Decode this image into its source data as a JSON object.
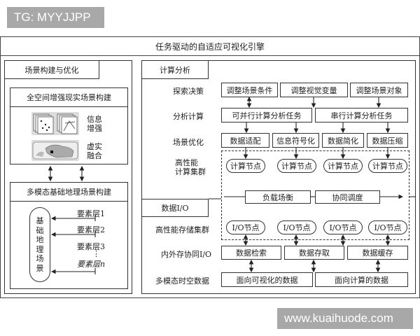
{
  "watermarks": {
    "top_left": "TG: MYYJJPP",
    "bottom_right": "www.kuaihuode.com"
  },
  "title": "任务驱动的自适应可视化引擎",
  "left_panel": {
    "header": "场景构建与优化",
    "ar_section": {
      "title": "全空间增强现实场景构建",
      "info_enhance_label": "信息\n增强",
      "info_enhance_line1": "信息",
      "info_enhance_line2": "增强",
      "vr_fusion_line1": "虚实",
      "vr_fusion_line2": "融合"
    },
    "base_section": {
      "title": "多模态基础地理场景构建",
      "base_scene_chars": [
        "基",
        "础",
        "地",
        "理",
        "场",
        "景"
      ],
      "layers": [
        "要素层1",
        "要素层2",
        "要素层3",
        "⋮",
        "要素层n"
      ]
    }
  },
  "right_panel": {
    "compute_header": "计算分析",
    "io_header": "数据I/O",
    "rows": {
      "explore": {
        "label": "探索决策",
        "items": [
          "调整场景条件",
          "调整视觉变量",
          "调整场景对象"
        ]
      },
      "analysis": {
        "label": "分析计算",
        "items": [
          "可并行计算分析任务",
          "串行计算分析任务"
        ]
      },
      "optimize": {
        "label": "场景优化",
        "items": [
          "数据适配",
          "信息符号化",
          "数据简化",
          "数据压缩"
        ]
      },
      "hpc": {
        "label_line1": "高性能",
        "label_line2": "计算集群",
        "nodes": [
          "计算节点",
          "计算节点",
          "计算节点",
          "计算节点"
        ]
      },
      "scheduling": {
        "items": [
          "负载场衡",
          "协同调度"
        ]
      },
      "storage": {
        "label": "高性能存储集群",
        "nodes": [
          "I/O节点",
          "I/O节点",
          "I/O节点",
          "I/O节点"
        ]
      },
      "io": {
        "label": "内外存协同I/O",
        "items": [
          "数据检索",
          "数据存取",
          "数据缓存"
        ]
      },
      "multimodal": {
        "label": "多模态时空数据",
        "items": [
          "面向可视化的数据",
          "面向计算的数据"
        ]
      }
    }
  }
}
